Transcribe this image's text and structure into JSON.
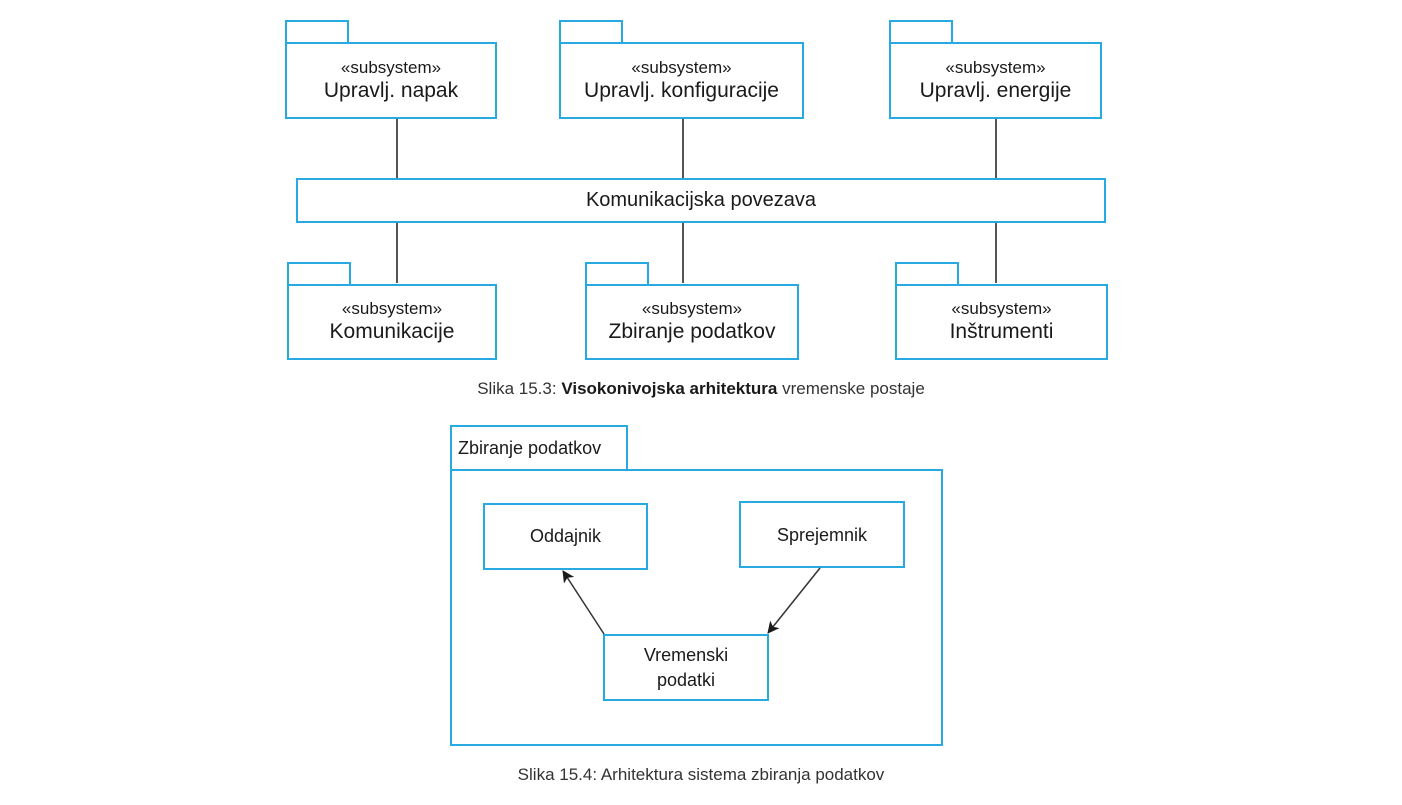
{
  "figure1": {
    "stereotype": "«subsystem»",
    "top_row": [
      "Upravlj. napak",
      "Upravlj. konfiguracije",
      "Upravlj. energije"
    ],
    "bus_label": "Komunikacijska povezava",
    "bottom_row": [
      "Komunikacije",
      "Zbiranje podatkov",
      "Inštrumenti"
    ],
    "caption_prefix": "Slika 15.3: ",
    "caption_bold": "Visokonivojska arhitektura",
    "caption_suffix": " vremenske postaje"
  },
  "figure2": {
    "frame_label": "Zbiranje podatkov",
    "classes": {
      "oddajnik": "Oddajnik",
      "sprejemnik": "Sprejemnik",
      "vremenski_line1": "Vremenski",
      "vremenski_line2": "podatki"
    },
    "caption": "Slika 15.4: Arhitektura sistema zbiranja podatkov"
  },
  "colors": {
    "outline": "#27aae1",
    "connector": "#555555",
    "text": "#1a1a1a"
  }
}
